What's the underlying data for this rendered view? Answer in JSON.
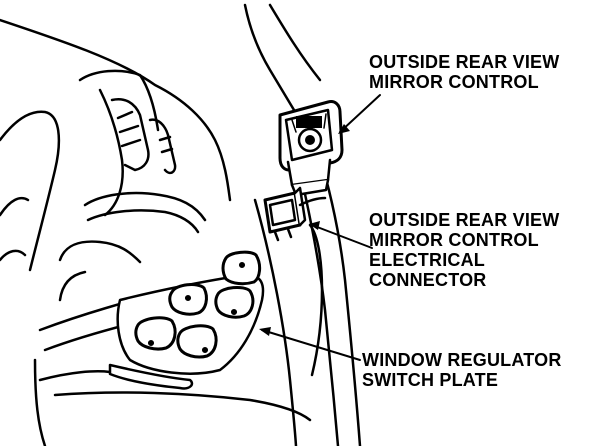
{
  "labels": {
    "mirror_control": {
      "line1": "OUTSIDE REAR VIEW",
      "line2": "MIRROR CONTROL"
    },
    "electrical_connector": {
      "line1": "OUTSIDE REAR VIEW",
      "line2": "MIRROR CONTROL",
      "line3": "ELECTRICAL",
      "line4": "CONNECTOR"
    },
    "switch_plate": {
      "line1": "WINDOW REGULATOR",
      "line2": "SWITCH PLATE"
    }
  },
  "colors": {
    "ink": "#000000",
    "paper": "#ffffff"
  }
}
